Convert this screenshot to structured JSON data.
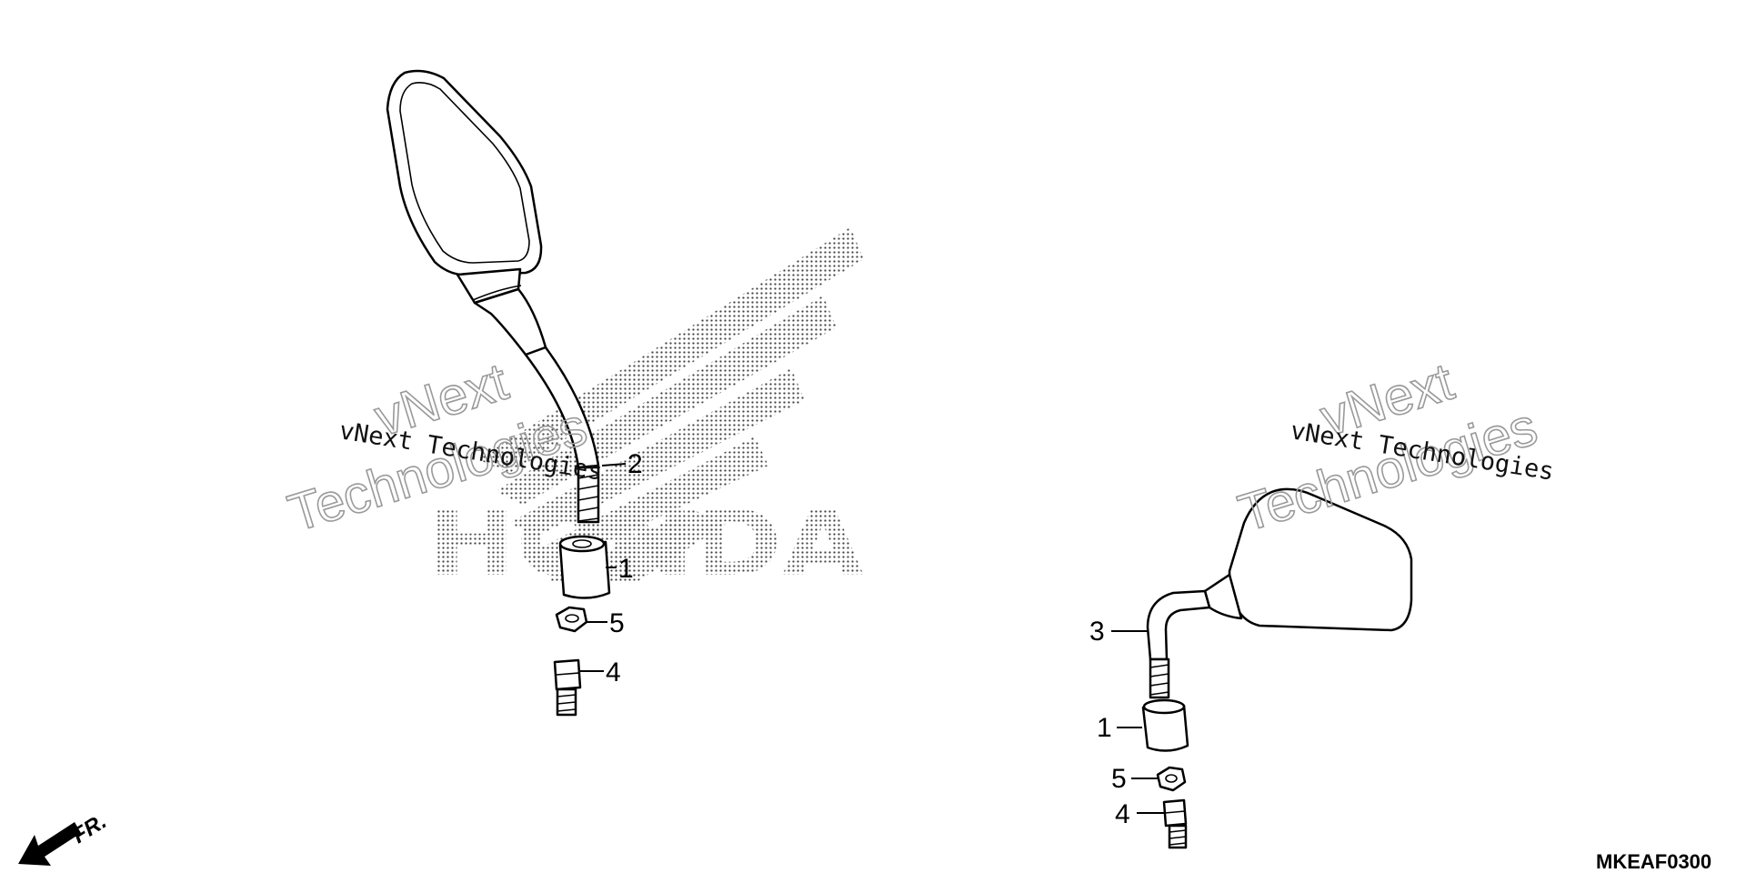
{
  "watermark": {
    "logo_text": "HONDA",
    "small_text": "vNext Technologies",
    "big_line1": "vNext",
    "big_line2": "Technologies"
  },
  "callouts": {
    "left": [
      "2",
      "1",
      "5",
      "4"
    ],
    "right": [
      "3",
      "1",
      "5",
      "4"
    ]
  },
  "direction_label": "FR.",
  "diagram_code": "MKEAF0300"
}
